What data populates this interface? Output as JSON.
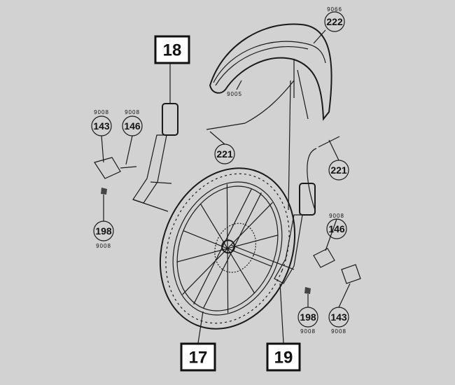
{
  "diagram": {
    "assembly_labels": [
      {
        "id": "18",
        "name": "left-fork-leg"
      },
      {
        "id": "17",
        "name": "front-wheel"
      },
      {
        "id": "19",
        "name": "right-fork-leg"
      }
    ],
    "callouts": [
      {
        "part": "222",
        "code": "9066"
      },
      {
        "part": "143",
        "code": "9008"
      },
      {
        "part": "146",
        "code": "9008"
      },
      {
        "part": "221",
        "code": ""
      },
      {
        "part": "221",
        "code": ""
      },
      {
        "part": "198",
        "code": "9008"
      },
      {
        "part": "146",
        "code": "9008"
      },
      {
        "part": "198",
        "code": "9008"
      },
      {
        "part": "143",
        "code": "9008"
      }
    ],
    "fender_code": "9005"
  }
}
